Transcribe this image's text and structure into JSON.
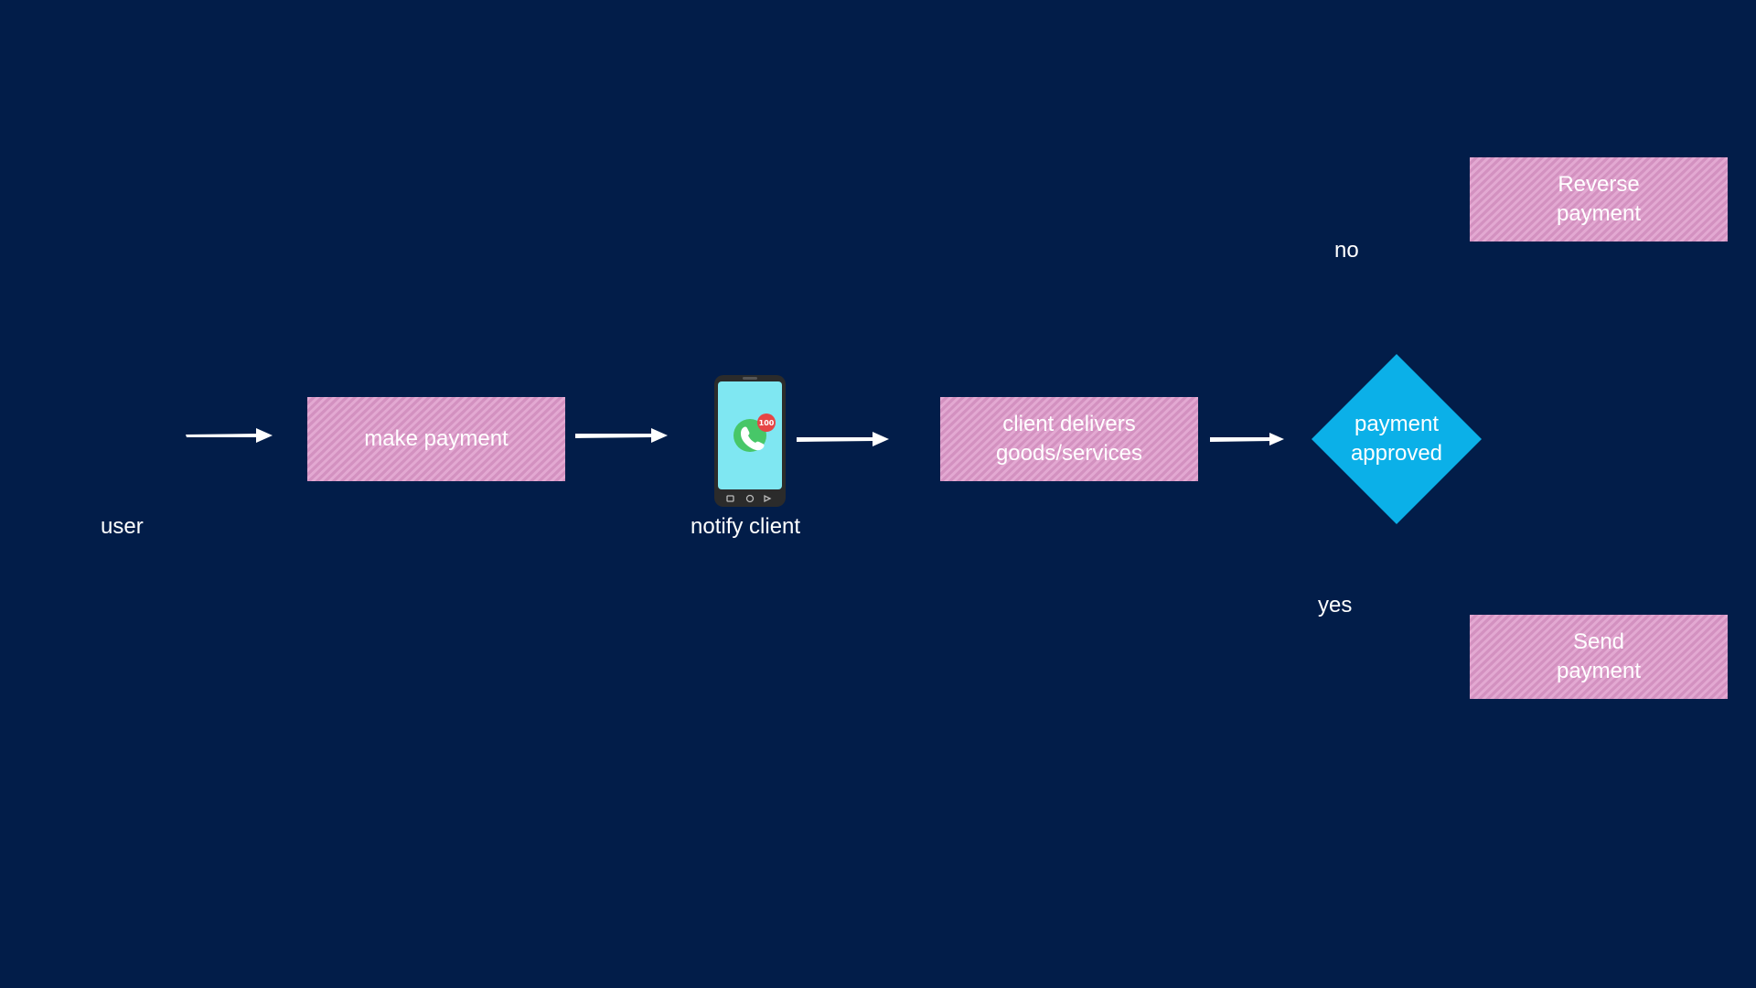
{
  "colors": {
    "background": "#021d49",
    "process_box": "#d391c0",
    "process_box_hatch": "#e3a9d2",
    "decision": "#0bb0e8",
    "arrow": "#ffffff",
    "text": "#ffffff"
  },
  "nodes": {
    "user": "user",
    "make_payment": "make payment",
    "notify_client": "notify client",
    "client_delivers_line1": "client delivers",
    "client_delivers_line2": "goods/services",
    "payment_approved_line1": "payment",
    "payment_approved_line2": "approved",
    "reverse_line1": "Reverse",
    "reverse_line2": "payment",
    "send_line1": "Send",
    "send_line2": "payment"
  },
  "branches": {
    "no": "no",
    "yes": "yes"
  },
  "phone": {
    "icon": "phone-notification-icon",
    "badge": "100"
  }
}
